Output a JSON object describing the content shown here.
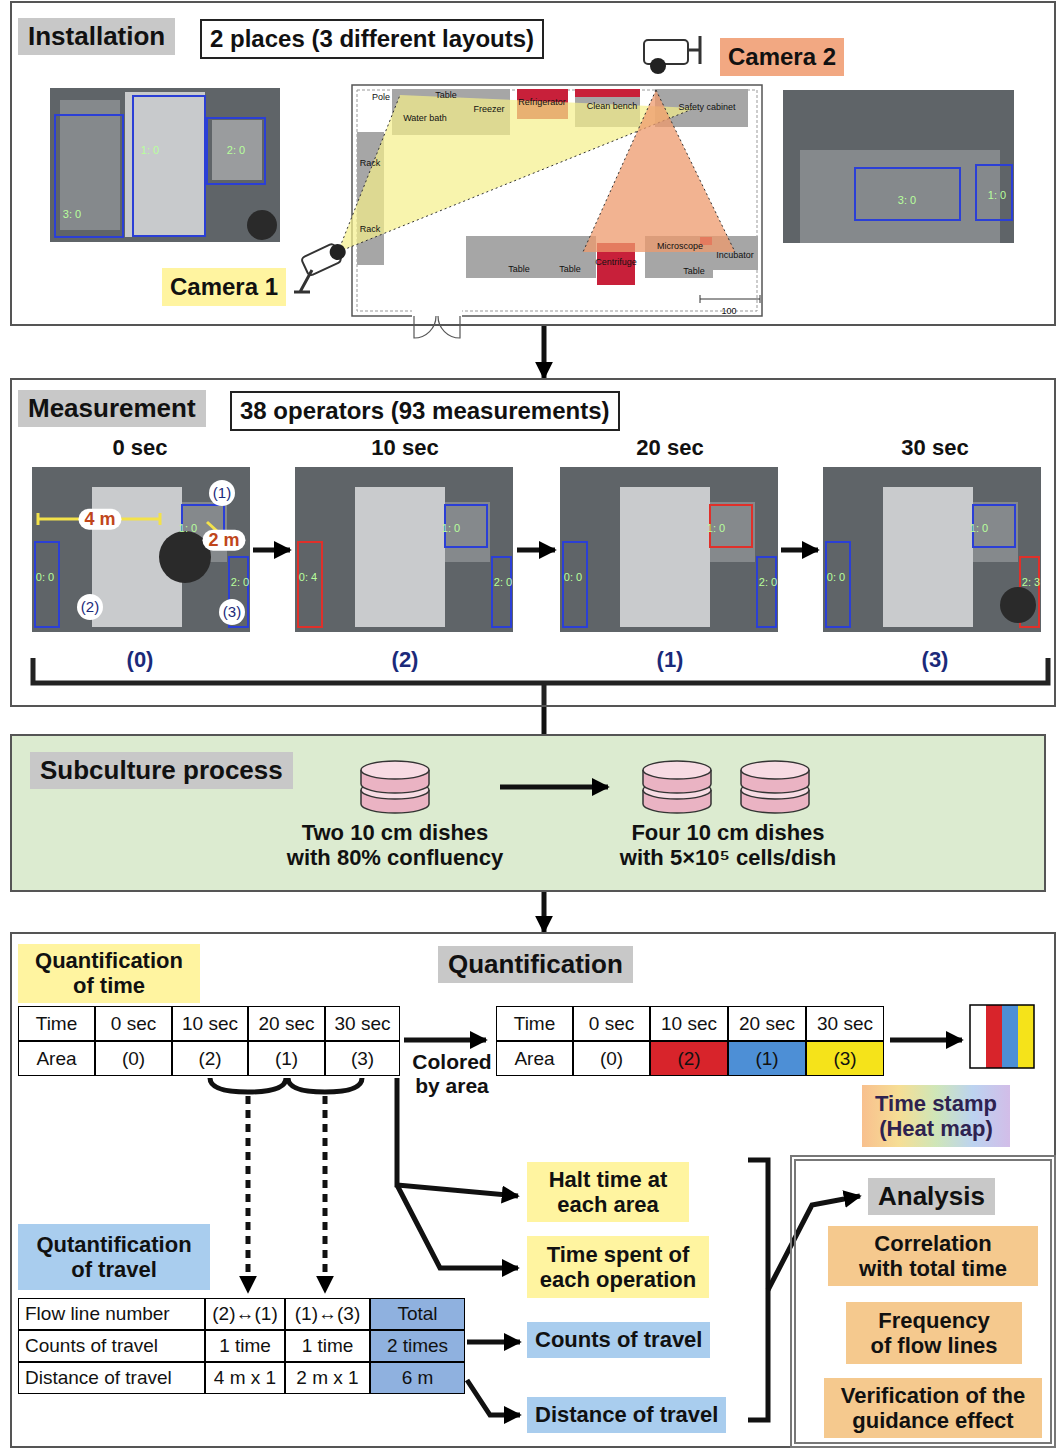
{
  "diagram": {
    "nodes": [
      {
        "text": [
          "Installation"
        ]
      },
      {
        "text": [
          "2 places (3 different layouts)"
        ],
        "in": 0
      },
      {
        "text": [
          "Camera 1"
        ],
        "in": 0
      },
      {
        "text": [
          "Camera 2"
        ],
        "in": 0
      },
      {
        "text": [
          "Measurement"
        ]
      },
      {
        "text": [
          "38 operators (93 measurements)"
        ],
        "in": 4
      },
      {
        "text": [
          "Subculture process"
        ]
      },
      {
        "text": [
          "Quantification"
        ]
      },
      {
        "text": [
          "Quantification of time"
        ],
        "in": 7
      },
      {
        "text": [
          "Time stamp (Heat map)"
        ],
        "in": 7
      },
      {
        "text": [
          "Halt time at each area"
        ],
        "in": 7
      },
      {
        "text": [
          "Time spent of each operation"
        ],
        "in": 7
      },
      {
        "text": [
          "Qutantification of travel"
        ],
        "in": 7
      },
      {
        "text": [
          "Counts of travel"
        ],
        "in": 7
      },
      {
        "text": [
          "Distance of travel"
        ],
        "in": 7
      },
      {
        "text": [
          "Analysis"
        ],
        "in": 7
      },
      {
        "text": [
          "Correlation with total time"
        ],
        "in": 15
      },
      {
        "text": [
          "Frequency of flow lines"
        ],
        "in": 15
      },
      {
        "text": [
          "Verification of the guidance effect"
        ],
        "in": 15
      }
    ],
    "edges": [
      {
        "from": 0,
        "to": 4,
        "arrow": "to"
      },
      {
        "from": 4,
        "to": 6,
        "arrow": "none"
      },
      {
        "from": 6,
        "to": 7,
        "arrow": "to"
      }
    ],
    "labels": [
      "3: 0",
      "1: 0",
      "2: 0",
      "Pole",
      "Table",
      "Water bath",
      "Freezer",
      "Refrigerator",
      "Clean bench",
      "Safety cabinet",
      "Rack",
      "Rack",
      "Table",
      "Table",
      "Centrifuge",
      "Microscope",
      "Table",
      "Incubator",
      "100",
      "3: 0",
      "1: 0",
      "0 sec",
      "10 sec",
      "20 sec",
      "30 sec",
      "(1)",
      "4 m",
      "2 m",
      "(2)",
      "(3)",
      "0: 0",
      "1: 0",
      "2: 0",
      "0: 4",
      "1: 0",
      "2: 0",
      "0: 0",
      "1: 0",
      "2: 0",
      "0: 0",
      "1: 0",
      "2: 3",
      "(0)",
      "(2)",
      "(1)",
      "(3)",
      "Two 10 cm dishes with 80% confluency",
      "Four 10 cm dishes with 5×10⁵ cells/dish",
      "Time",
      "0 sec",
      "10 sec",
      "20 sec",
      "30 sec",
      "Area",
      "(0)",
      "(2)",
      "(1)",
      "(3)",
      "Colored by area",
      "Time",
      "0 sec",
      "10 sec",
      "20 sec",
      "30 sec",
      "Area",
      "(0)",
      "(2)",
      "(1)",
      "(3)",
      "Flow line number",
      "(2)↔(1)",
      "(1)↔(3)",
      "Total",
      "Counts of travel",
      "1 time",
      "1 time",
      "2 times",
      "Distance of travel",
      "4 m x 1",
      "2 m x 1",
      "6 m"
    ]
  }
}
